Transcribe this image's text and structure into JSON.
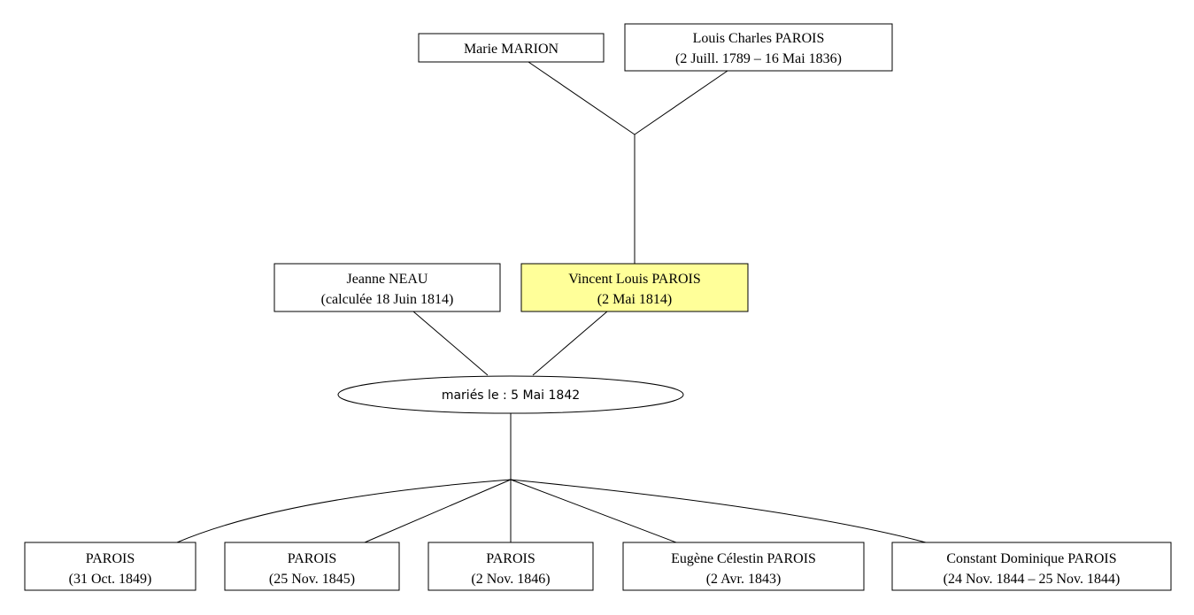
{
  "colors": {
    "box_fill": "#ffffff",
    "highlight_fill": "#ffff99",
    "line": "#000000"
  },
  "grandparents": {
    "mother": {
      "name": "Marie MARION",
      "dates": ""
    },
    "father": {
      "name": "Louis Charles PAROIS",
      "dates": "(2 Juill. 1789 – 16 Mai 1836)"
    }
  },
  "parents": {
    "mother": {
      "name": "Jeanne NEAU",
      "dates": "(calculée 18 Juin 1814)"
    },
    "father": {
      "name": "Vincent Louis PAROIS",
      "dates": "(2 Mai 1814)",
      "highlighted": true
    }
  },
  "marriage": {
    "label": "mariés le : 5 Mai 1842"
  },
  "children": [
    {
      "name": "PAROIS",
      "dates": "(31 Oct. 1849)"
    },
    {
      "name": "PAROIS",
      "dates": "(25 Nov. 1845)"
    },
    {
      "name": "PAROIS",
      "dates": "(2 Nov. 1846)"
    },
    {
      "name": "Eugène Célestin PAROIS",
      "dates": "(2 Avr. 1843)"
    },
    {
      "name": "Constant Dominique PAROIS",
      "dates": "(24 Nov. 1844 – 25 Nov. 1844)"
    }
  ]
}
